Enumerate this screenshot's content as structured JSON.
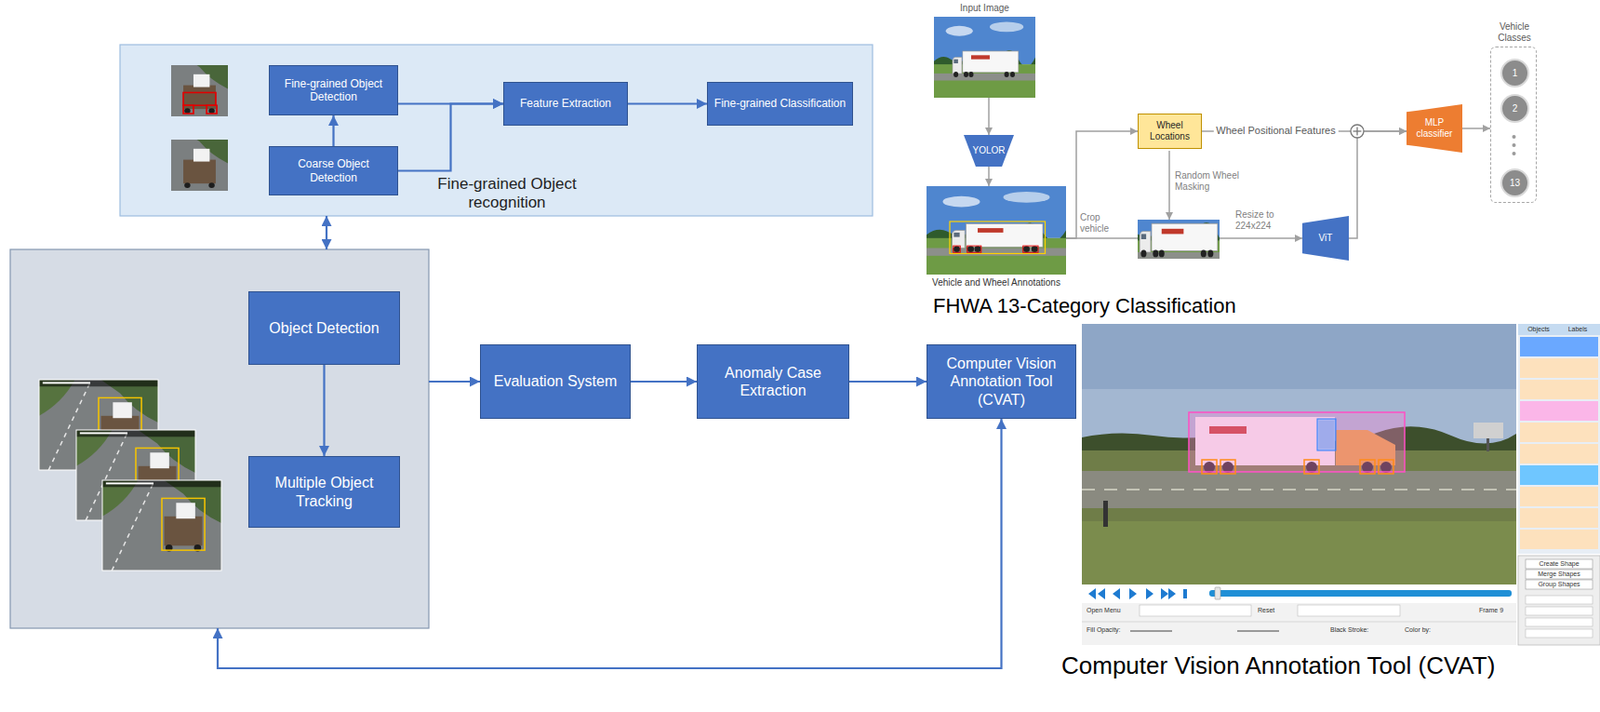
{
  "diagram": {
    "nodes": [
      {
        "text": [
          "Fine-grained Object recognition"
        ]
      },
      {
        "text": [
          "Fine-grained Object Detection"
        ],
        "in": 0
      },
      {
        "text": [
          "Coarse Object Detection"
        ],
        "in": 0
      },
      {
        "text": [
          "Feature Extraction"
        ],
        "in": 0
      },
      {
        "text": [
          "Fine-grained Classification"
        ],
        "in": 0
      },
      {
        "text": []
      },
      {
        "text": [
          "Object Detection"
        ],
        "in": 5
      },
      {
        "text": [
          "Multiple Object Tracking"
        ],
        "in": 5
      },
      {
        "text": [
          "Evaluation System"
        ]
      },
      {
        "text": [
          "Anomaly Case Extraction"
        ]
      },
      {
        "text": [
          "Computer Vision Annotation Tool (CVAT)"
        ]
      },
      {
        "text": [
          "Input Image"
        ]
      },
      {
        "text": [
          "YOLOR"
        ]
      },
      {
        "text": [
          "Vehicle and Wheel Annotations"
        ]
      },
      {
        "text": [
          "Wheel Locations"
        ]
      },
      {
        "text": [
          "ViT"
        ]
      },
      {
        "text": [
          "MLP classifier"
        ]
      },
      {
        "text": [
          "Vehicle Classes"
        ]
      },
      {
        "text": [
          "1"
        ],
        "in": 17
      },
      {
        "text": [
          "2"
        ],
        "in": 17
      },
      {
        "text": [
          "13"
        ],
        "in": 17
      }
    ],
    "edges": [
      {
        "from": 0,
        "to": 5,
        "arrow": "both"
      },
      {
        "from": 2,
        "to": 1,
        "arrow": "to"
      },
      {
        "from": 1,
        "to": 3,
        "arrow": "to"
      },
      {
        "from": 2,
        "to": 3,
        "arrow": "to"
      },
      {
        "from": 3,
        "to": 4,
        "arrow": "to"
      },
      {
        "from": 6,
        "to": 7,
        "arrow": "to"
      },
      {
        "from": 5,
        "to": 8,
        "arrow": "to"
      },
      {
        "from": 8,
        "to": 9,
        "arrow": "to"
      },
      {
        "from": 9,
        "to": 10,
        "arrow": "to"
      },
      {
        "from": 10,
        "to": 5,
        "arrow": "both"
      },
      {
        "from": 11,
        "to": 12,
        "arrow": "to"
      },
      {
        "from": 12,
        "to": 13,
        "arrow": "to"
      },
      {
        "from": 13,
        "to": 14,
        "arrow": "to"
      },
      {
        "from": 13,
        "to": 15,
        "label": "Crop vehicle",
        "arrow": "to"
      },
      {
        "from": 14,
        "to": 16,
        "label": "Wheel Positional Features",
        "arrow": "to"
      },
      {
        "from": 15,
        "to": 16,
        "arrow": "to"
      },
      {
        "from": 16,
        "to": 17,
        "arrow": "to"
      }
    ],
    "labels": [
      "Random Wheel Masking",
      "Resize to 224x224",
      "FHWA 13-Category Classification",
      "Computer Vision Annotation Tool (CVAT)",
      "Objects",
      "Labels",
      "Create Shape",
      "Merge Shapes",
      "Group Shapes",
      "Open Menu",
      "Reset",
      "Frame 9",
      "Fill Opacity:",
      "Black Stroke:",
      "Color by:"
    ]
  }
}
